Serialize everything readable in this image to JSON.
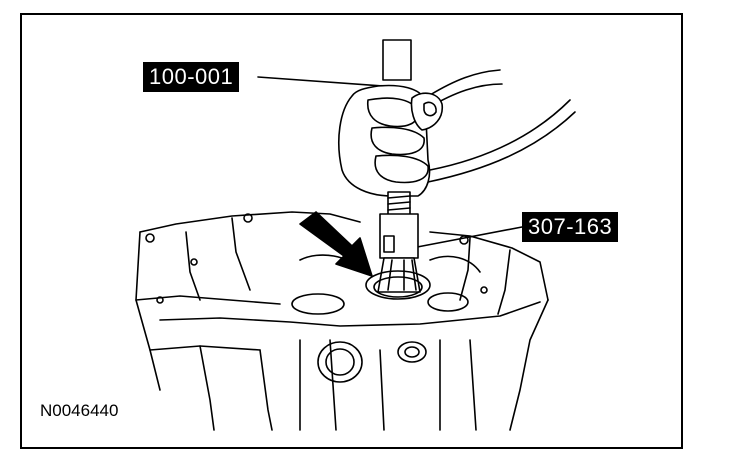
{
  "callouts": {
    "tool_a": "100-001",
    "tool_b": "307-163"
  },
  "figure_id": "N0046440",
  "colors": {
    "line": "#000000",
    "background": "#ffffff",
    "label_bg": "#000000",
    "label_text": "#ffffff"
  }
}
